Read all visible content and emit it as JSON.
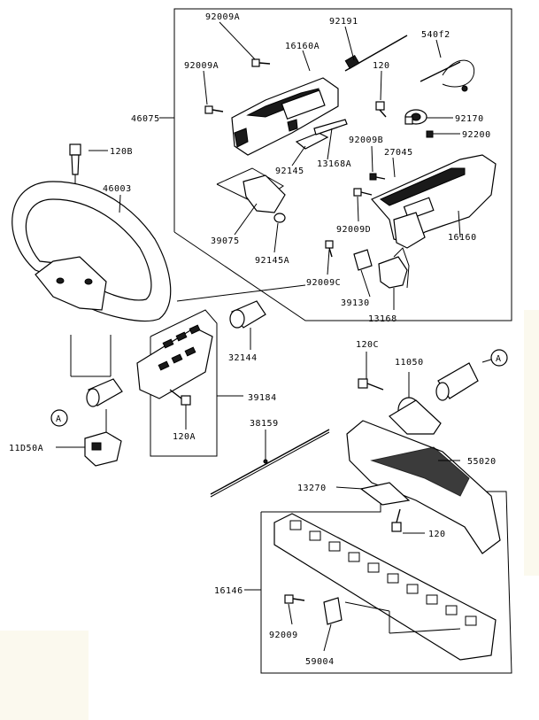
{
  "diagram": {
    "labels": {
      "p92009a_top": "92009A",
      "p92191": "92191",
      "p540f2": "540f2",
      "p16160a": "16160A",
      "p92009a_left": "92009A",
      "p120_top": "120",
      "p46075": "46075",
      "p92170": "92170",
      "p92200": "92200",
      "p92009b": "92009B",
      "p27045": "27045",
      "p92145": "92145",
      "p13168a": "13168A",
      "p120b": "120B",
      "p46003": "46003",
      "p39075": "39075",
      "p92145a": "92145A",
      "p92009d": "92009D",
      "p16160": "16160",
      "p92009c": "92009C",
      "p39130": "39130",
      "p13168": "13168",
      "p32144": "32144",
      "p39184": "39184",
      "p120c": "120C",
      "p11050": "11050",
      "circleA_right": "A",
      "circleA_left": "A",
      "p11050a": "11D50A",
      "p120a": "120A",
      "p38159": "38159",
      "p55020": "55020",
      "p13270": "13270",
      "p120_bottom": "120",
      "p16146": "16146",
      "p92009": "92009",
      "p59004": "59004"
    }
  }
}
